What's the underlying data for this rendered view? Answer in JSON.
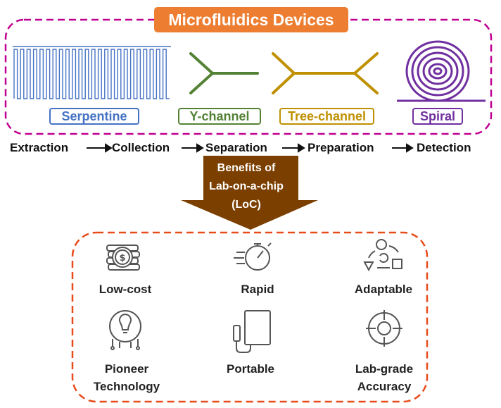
{
  "title": "Microfluidics Devices",
  "devices": [
    {
      "label": "Serpentine",
      "color": "#4472c4"
    },
    {
      "label": "Y-channel",
      "color": "#548235"
    },
    {
      "label": "Tree-channel",
      "color": "#bf9000"
    },
    {
      "label": "Spiral",
      "color": "#7030a0"
    }
  ],
  "workflow": [
    "Extraction",
    "Collection",
    "Separation",
    "Preparation",
    "Detection"
  ],
  "benefits_arrow": {
    "lines": [
      "Benefits of",
      "Lab-on-a-chip",
      "(LoC)"
    ],
    "color": "#7b3f00"
  },
  "benefits": [
    {
      "label": "Low-cost",
      "icon": "coins-icon"
    },
    {
      "label": "Rapid",
      "icon": "stopwatch-icon"
    },
    {
      "label": "Adaptable",
      "icon": "shapes-cycle-icon"
    },
    {
      "label": "Pioneer Technology",
      "lines": [
        "Pioneer",
        "Technology"
      ],
      "icon": "lightbulb-circuit-icon"
    },
    {
      "label": "Portable",
      "icon": "portable-device-icon"
    },
    {
      "label": "Lab-grade Accuracy",
      "lines": [
        "Lab-grade",
        "Accuracy"
      ],
      "icon": "crosshair-target-icon"
    }
  ],
  "colors": {
    "title_bg": "#ed7d31",
    "devices_frame": "#c00090",
    "benefits_frame": "#e84a1a",
    "icon_gray": "#555555"
  }
}
